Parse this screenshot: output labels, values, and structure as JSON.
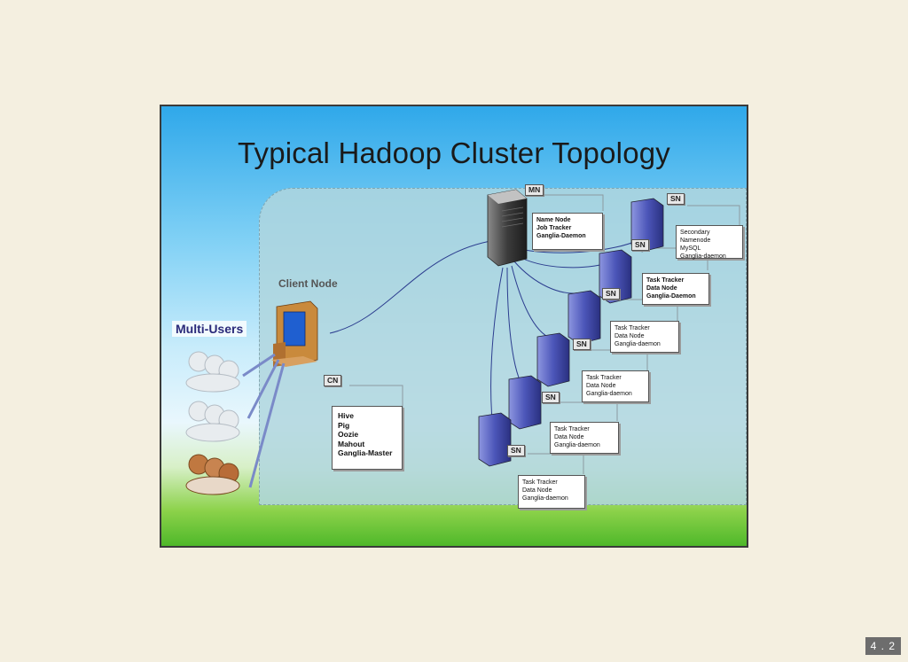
{
  "slide": {
    "title": "Typical Hadoop Cluster Topology",
    "client_label": "Client Node",
    "users_label": "Multi-Users",
    "cn_tag": "CN",
    "cn_roles": [
      "Hive",
      "Pig",
      "Oozie",
      "Mahout",
      "Ganglia-Master"
    ],
    "mn_tag": "MN",
    "mn_roles": [
      "Name Node",
      "Job Tracker",
      "Ganglia-Daemon"
    ],
    "sn_tag": "SN",
    "secondary_roles": [
      "Secondary",
      "Namenode",
      "MySQL",
      "Ganglia-daemon"
    ],
    "slave_nodes": [
      {
        "roles": [
          "Task Tracker",
          "Data Node",
          "Ganglia-Daemon"
        ]
      },
      {
        "roles": [
          "Task Tracker",
          "Data Node",
          "Ganglia-daemon"
        ]
      },
      {
        "roles": [
          "Task Tracker",
          "Data Node",
          "Ganglia-daemon"
        ]
      },
      {
        "roles": [
          "Task Tracker",
          "Data Node",
          "Ganglia-daemon"
        ]
      },
      {
        "roles": [
          "Task Tracker",
          "Data Node",
          "Ganglia-daemon"
        ]
      }
    ],
    "colors": {
      "link": "#2c3d8f",
      "server": "#4a5ab8",
      "master": "#3a3a3a"
    }
  },
  "footer": {
    "page": "4 . 2"
  }
}
